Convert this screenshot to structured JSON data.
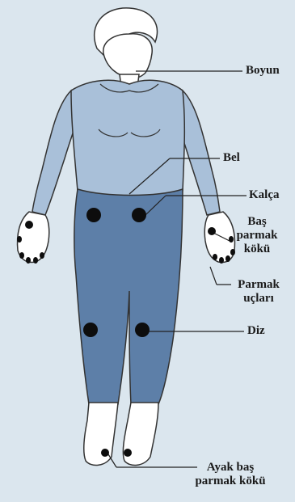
{
  "labels": {
    "neck": "Boyun",
    "waist": "Bel",
    "hip": "Kalça",
    "thumb_base_1": "Baş",
    "thumb_base_2": "parmak",
    "thumb_base_3": "kökü",
    "fingertips_1": "Parmak",
    "fingertips_2": "uçları",
    "knee": "Diz",
    "big_toe_1": "Ayak baş",
    "big_toe_2": "parmak kökü"
  },
  "colors": {
    "background": "#dbe6ee",
    "shirt": "#a9c0d9",
    "pants": "#5d7fa8",
    "skin": "#ffffff",
    "marker": "#0d0d0d",
    "line": "#222222"
  }
}
